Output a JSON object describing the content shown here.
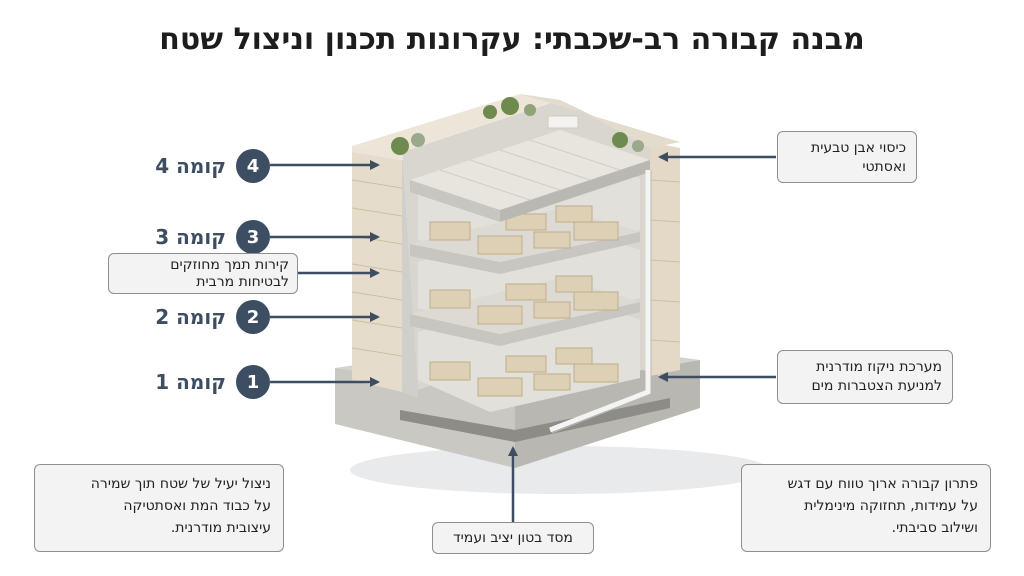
{
  "title": "מבנה קבורה רב-שכבתי: עקרונות תכנון וניצול שטח",
  "floors": [
    {
      "number": "4",
      "label": "קומה 4"
    },
    {
      "number": "3",
      "label": "קומה 3"
    },
    {
      "number": "2",
      "label": "קומה 2"
    },
    {
      "number": "1",
      "label": "קומה 1"
    }
  ],
  "callouts": {
    "walls": {
      "line1": "קירות תמך מחוזקים",
      "line2": "לבטיחות מרבית"
    },
    "stone": {
      "line1": "כיסוי אבן טבעית",
      "line2": "ואסתטי"
    },
    "drainage": {
      "line1": "מערכת ניקוז מודרנית",
      "line2": "למניעת הצטברות מים"
    },
    "foundation": {
      "line1": "מסד בטון יציב ועמיד"
    },
    "space": {
      "line1": "ניצול יעיל של שטח תוך שמירה",
      "line2": "על כבוד המת ואסתטיקה",
      "line3": "עיצובית מודרנית."
    },
    "longterm": {
      "line1": "פתרון קבורה ארוך טווח עם דגש",
      "line2": "על עמידות, תחזוקה מינימלית",
      "line3": "ושילוב סביבתי."
    }
  },
  "colors": {
    "accent": "#3d4d62",
    "stone": "#e6dccb",
    "concrete": "#c9c9c4"
  }
}
